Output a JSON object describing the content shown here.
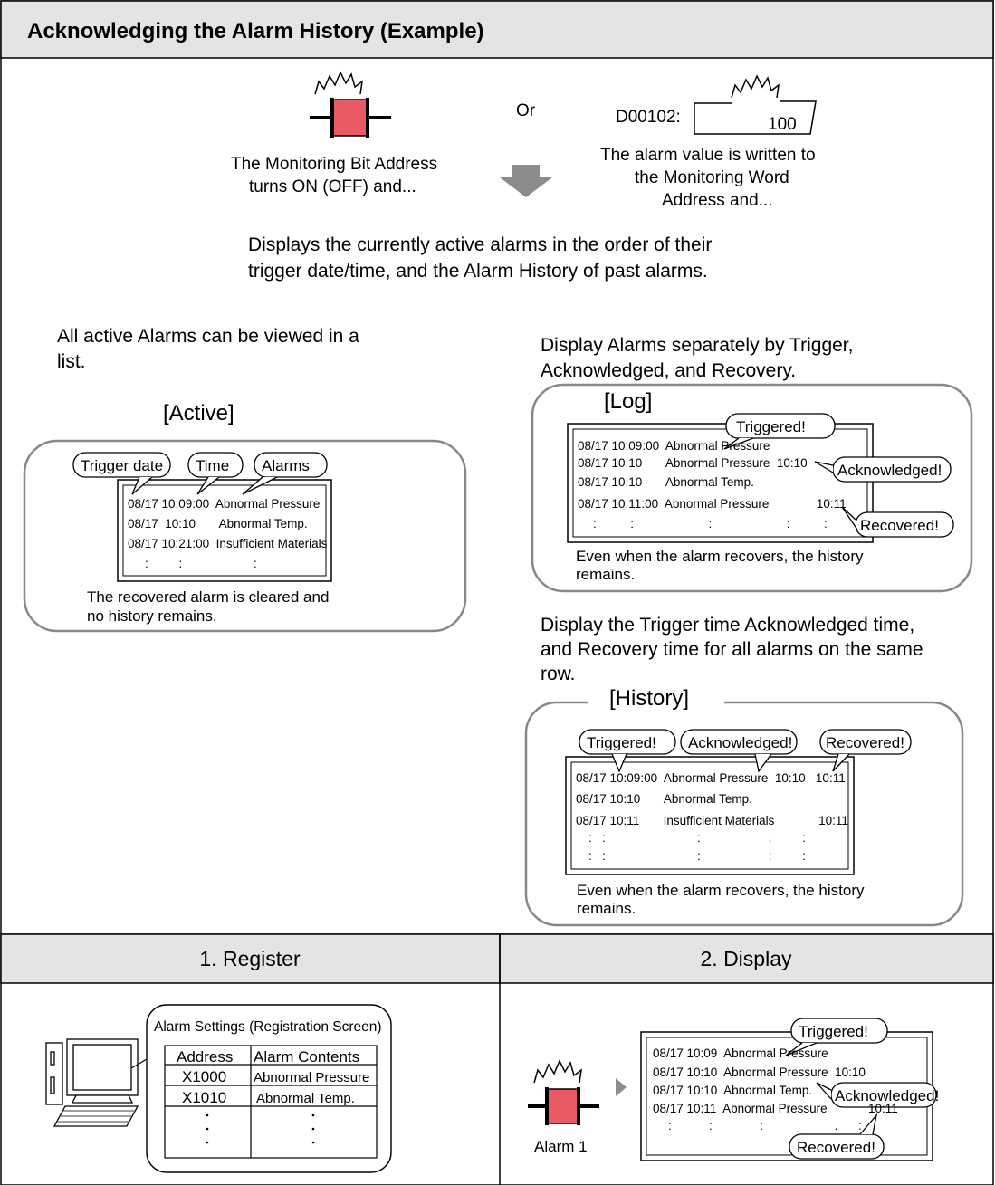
{
  "title": "Acknowledging the Alarm History (Example)",
  "top": {
    "or_label": "Or",
    "bit_desc": [
      "The Monitoring Bit Address",
      "turns ON (OFF) and..."
    ],
    "word_address": "D00102:",
    "word_value": "100",
    "word_desc": [
      "The alarm value is written to",
      "the Monitoring Word",
      "Address and..."
    ],
    "summary": [
      "Displays the currently active alarms in the order of their",
      "trigger date/time, and the Alarm History of past alarms."
    ]
  },
  "active": {
    "desc": [
      "All active Alarms can be viewed in a",
      "list."
    ],
    "heading": "[Active]",
    "callouts": [
      "Trigger date",
      "Time",
      "Alarms"
    ],
    "rows": [
      "08/17 10:09:00  Abnormal Pressure",
      "08/17  10:10       Abnormal Temp.",
      "08/17 10:21:00  Insufficient Materials"
    ],
    "dots": ":         :                     :",
    "note": [
      "The recovered alarm is cleared and",
      "no history remains."
    ]
  },
  "log": {
    "desc": [
      "Display Alarms separately by Trigger,",
      "Acknowledged, and Recovery."
    ],
    "heading": "[Log]",
    "callout_triggered": "Triggered!",
    "callout_acknowledged": "Acknowledged!",
    "callout_recovered": "Recovered!",
    "rows": [
      "08/17 10:09:00  Abnormal Pressure",
      "08/17 10:10       Abnormal Pressure  10:10",
      "08/17 10:10       Abnormal Temp.",
      "08/17 10:11:00  Abnormal Pressure              10:11"
    ],
    "dots": ":          :                      :                      :          :",
    "note": [
      "Even when the alarm recovers, the history",
      "remains."
    ]
  },
  "history": {
    "desc": [
      "Display the Trigger time Acknowledged time,",
      "and Recovery time for all alarms on the same",
      "row."
    ],
    "heading": "[History]",
    "callouts": [
      "Triggered!",
      "Acknowledged!",
      "Recovered!"
    ],
    "rows": [
      "08/17 10:09:00  Abnormal Pressure  10:10   10:11",
      "08/17 10:10       Abnormal Temp.",
      "08/17 10:11       Insufficient Materials             10:11"
    ],
    "dots1": ":   :                           :                    :         :",
    "dots2": ":   :                           :                    :         :",
    "note": [
      "Even when the alarm recovers, the history",
      "remains."
    ]
  },
  "register": {
    "header": "1. Register",
    "bubble_title": "Alarm Settings (Registration Screen)",
    "col_address": "Address",
    "col_contents": "Alarm Contents",
    "rows": [
      {
        "address": "X1000",
        "contents": "Abnormal Pressure"
      },
      {
        "address": "X1010",
        "contents": "Abnormal Temp."
      }
    ]
  },
  "display": {
    "header": "2. Display",
    "alarm_label": "Alarm 1",
    "callout_triggered": "Triggered!",
    "callout_acknowledged": "Acknowledged!",
    "callout_recovered": "Recovered!",
    "rows": [
      "08/17 10:09  Abnormal Pressure",
      "08/17 10:10  Abnormal Pressure  10:10",
      "08/17 10:10  Abnormal Temp.",
      "08/17 10:11  Abnormal Pressure"
    ],
    "row4_time": "10:11",
    "dots": ":           :              :                     .      :"
  },
  "colors": {
    "header_bg": "#e4e4e4",
    "lamp": "#ea5a64",
    "arrow": "#8c8c8c",
    "panel_border": "#888888"
  }
}
